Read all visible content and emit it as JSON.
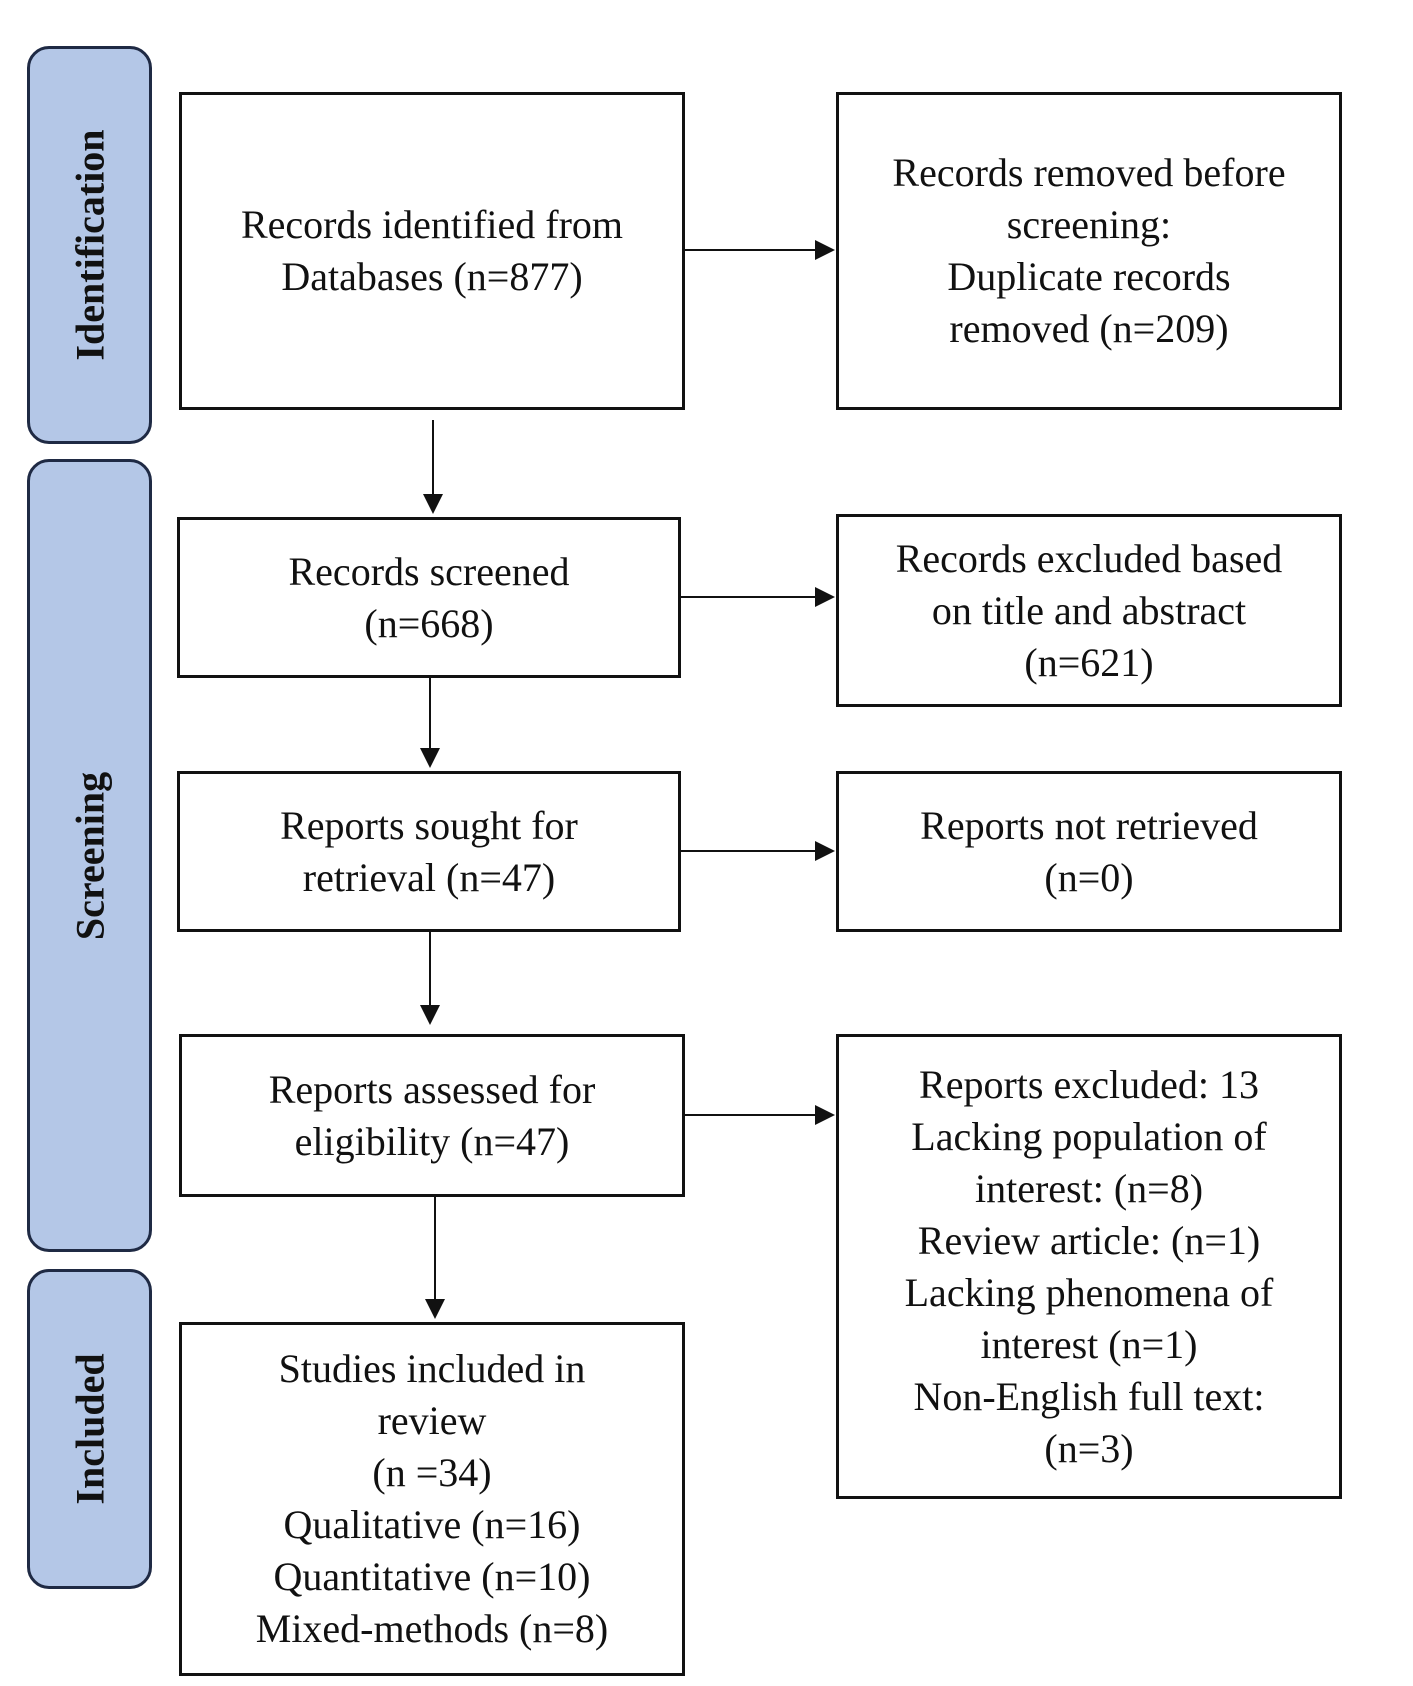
{
  "phases": {
    "identification": "Identification",
    "screening": "Screening",
    "included": "Included"
  },
  "boxes": {
    "records_identified": [
      "Records identified from",
      "Databases (n=877)"
    ],
    "records_removed": [
      "Records removed before",
      "screening:",
      "Duplicate records",
      "removed (n=209)"
    ],
    "records_screened": [
      "Records screened",
      "(n=668)"
    ],
    "records_excluded": [
      "Records excluded based",
      "on title and abstract",
      "(n=621)"
    ],
    "reports_sought": [
      "Reports sought for",
      "retrieval (n=47)"
    ],
    "reports_not_retrieved": [
      "Reports not retrieved",
      "(n=0)"
    ],
    "reports_assessed": [
      "Reports assessed for",
      "eligibility (n=47)"
    ],
    "reports_excluded": [
      "Reports excluded: 13",
      "Lacking population of",
      "interest: (n=8)",
      "Review article: (n=1)",
      "Lacking phenomena of",
      "interest (n=1)",
      "Non-English full text:",
      "(n=3)"
    ],
    "studies_included": [
      "Studies included in",
      "review",
      "(n =34)",
      "Qualitative (n=16)",
      "Quantitative (n=10)",
      "Mixed-methods (n=8)"
    ]
  },
  "colors": {
    "phase_fill": "#b4c7e7",
    "phase_border": "#1f2a44",
    "box_border": "#111111"
  }
}
